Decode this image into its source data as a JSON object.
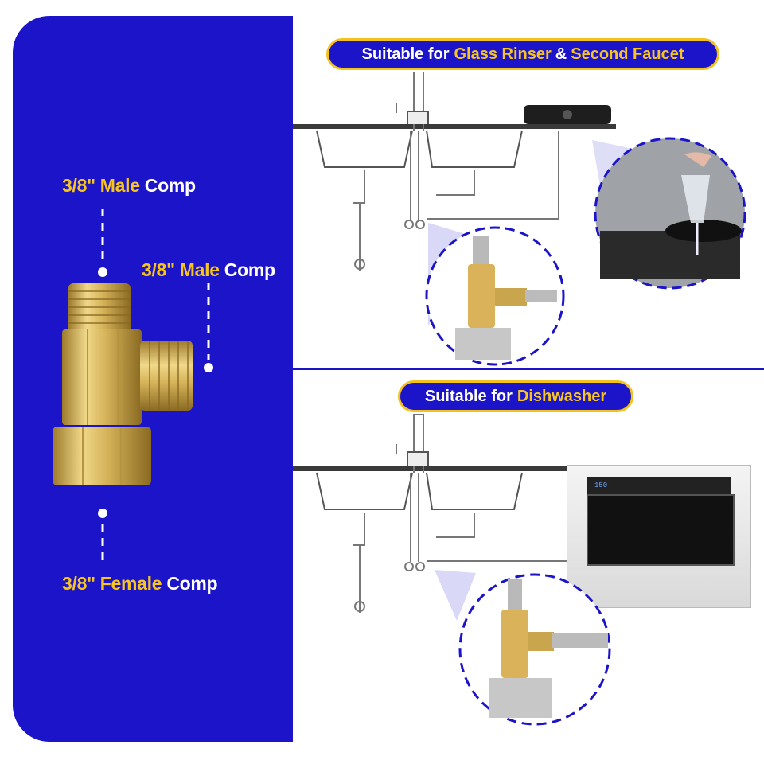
{
  "labels": {
    "top_male": {
      "measure": "3/8\" Male",
      "type": "Comp"
    },
    "side_male": {
      "measure": "3/8\" Male",
      "type": "Comp"
    },
    "bottom_female": {
      "measure": "3/8\" Female",
      "type": "Comp"
    }
  },
  "banners": {
    "glass_rinser": {
      "prefix": "Suitable for ",
      "item1": "Glass Rinser",
      "joiner": " & ",
      "item2": "Second Faucet"
    },
    "dishwasher": {
      "prefix": "Suitable for ",
      "item1": "Dishwasher"
    }
  },
  "dishwasher_display": "150",
  "colors": {
    "panel_blue": "#1b14c9",
    "accent_yellow": "#f7c51e",
    "brass": "#d4b15a"
  },
  "icons": [
    "brass-tee-fitting-icon",
    "sink-diagram-icon",
    "glass-rinser-photo-icon",
    "dishwasher-icon",
    "valve-closeup-icon"
  ]
}
